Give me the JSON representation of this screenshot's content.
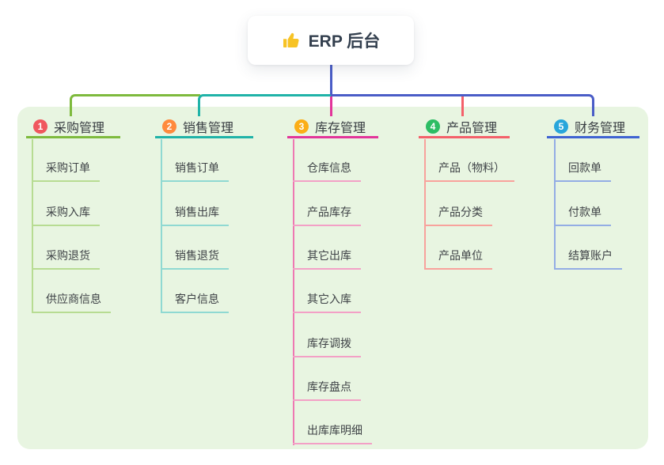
{
  "root": {
    "label": "ERP 后台",
    "icon": "thumbs-up-icon"
  },
  "panel": {
    "background_color": "#e8f5e1"
  },
  "colors": {
    "root_connector": "#4a5dc7",
    "branch_1": "#7eba3d",
    "branch_1_light": "#b7dc92",
    "branch_2": "#20b3a8",
    "branch_2_light": "#8fd9d2",
    "branch_3": "#e2359a",
    "branch_3_light": "#f3a0c6",
    "branch_4": "#f4606a",
    "branch_4_light": "#f8a29c",
    "branch_5": "#3f63d2",
    "branch_5_light": "#93ade4",
    "badge_1": "#f0575e",
    "badge_2": "#ff8a3d",
    "badge_3": "#fbae17",
    "badge_4": "#2dbd64",
    "badge_5": "#28a6db"
  },
  "branches": [
    {
      "number": "1",
      "title": "采购管理",
      "children": [
        "采购订单",
        "采购入库",
        "采购退货",
        "供应商信息"
      ]
    },
    {
      "number": "2",
      "title": "销售管理",
      "children": [
        "销售订单",
        "销售出库",
        "销售退货",
        "客户信息"
      ]
    },
    {
      "number": "3",
      "title": "库存管理",
      "children": [
        "仓库信息",
        "产品库存",
        "其它出库",
        "其它入库",
        "库存调拨",
        "库存盘点",
        "出库库明细"
      ]
    },
    {
      "number": "4",
      "title": "产品管理",
      "children": [
        "产品（物料）",
        "产品分类",
        "产品单位"
      ]
    },
    {
      "number": "5",
      "title": "财务管理",
      "children": [
        "回款单",
        "付款单",
        "结算账户"
      ]
    }
  ]
}
